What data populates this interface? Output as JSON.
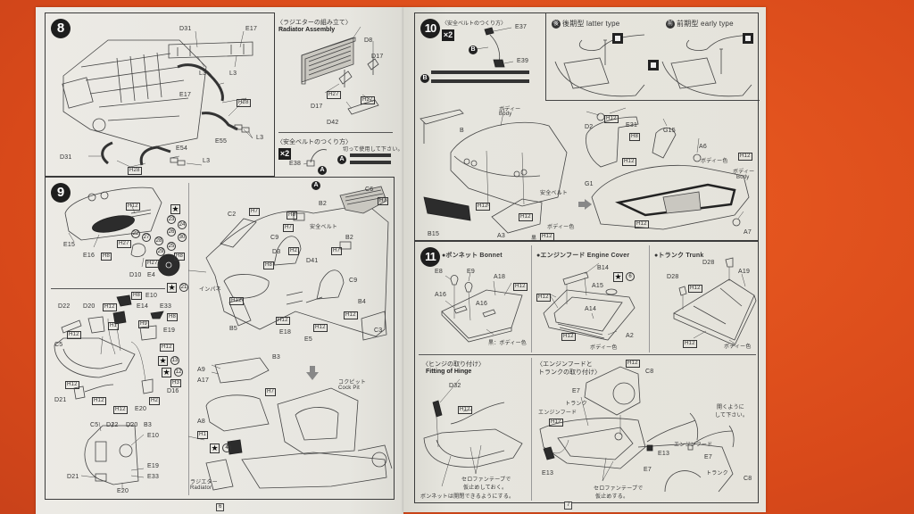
{
  "document": {
    "background_color": "#e4541c",
    "paper_color": "#e9e8e2",
    "ink_color": "#2a2a2a"
  },
  "left_page": {
    "page_number": "6",
    "step8": {
      "number": "8",
      "labels": [
        "D31",
        "E17",
        "L3",
        "L3",
        "E17",
        "H28",
        "E55",
        "L3",
        "D31",
        "H28",
        "E54",
        "L3"
      ]
    },
    "radiator": {
      "title_jp": "〈ラジエターの組み立て〉",
      "title_en": "Radiator Assembly",
      "labels": [
        "D8",
        "D17",
        "H27",
        "H27",
        "D17",
        "D42"
      ]
    },
    "seatbelt_a": {
      "title_jp": "〈安全ベルトのつくり方〉",
      "multiplier": "×2",
      "part": "E38",
      "marker": "A",
      "note_jp": "切って使用して下さい。"
    },
    "step9": {
      "number": "9",
      "dash_labels": [
        "E15",
        "E16",
        "H8",
        "H12",
        "H27",
        "H27",
        "H8",
        "D10",
        "E4"
      ],
      "gauge_numbers": [
        "23",
        "24",
        "22",
        "27",
        "26",
        "30",
        "28",
        "29",
        "25"
      ],
      "star_ref": "21",
      "console_labels": [
        "H8",
        "E10",
        "D22",
        "D20",
        "H12",
        "E14",
        "E33",
        "H8",
        "H1",
        "H12",
        "H9",
        "E19",
        "C5",
        "H12",
        "H12",
        "H3",
        "D16",
        "H12",
        "D21",
        "H12",
        "E20",
        "H2"
      ],
      "star_refs_console": [
        "13",
        "12"
      ],
      "topview_labels": [
        "C5",
        "D22",
        "D20",
        "B3",
        "E10",
        "E19",
        "E33",
        "D21",
        "E20"
      ],
      "interior_labels": [
        "C2",
        "H7",
        "B2",
        "H8",
        "H7",
        "C9",
        "D3",
        "H2",
        "H8",
        "D41",
        "H7",
        "B2",
        "C9",
        "C6",
        "H7",
        "H12",
        "B4",
        "H12",
        "B5",
        "H12",
        "E18",
        "H12",
        "E5",
        "C3"
      ],
      "seatbelt_label": "安全ベルト",
      "instrument_panel": "インパネ",
      "chassis_labels": [
        "B3",
        "A9",
        "A17",
        "H7",
        "A8",
        "H1"
      ],
      "star_ref_chassis": "4",
      "cockpit_jp": "コクピット",
      "cockpit_en": "Cock Pit",
      "radiator_jp": "ラジエター",
      "radiator_en": "Radiator"
    }
  },
  "right_page": {
    "page_number": "7",
    "step10": {
      "number": "10",
      "seatbelt_title": "〈安全ベルトのつくり方〉",
      "multiplier": "×2",
      "belt_labels": [
        "E37",
        "E39"
      ],
      "marker": "B",
      "latter_type_jp": "後期型",
      "latter_type_en": "latter type",
      "latter_badge": "後",
      "early_type_jp": "前期型",
      "early_type_en": "early type",
      "early_badge": "前",
      "body_jp": "ボディー",
      "body_en": "Body",
      "labels_left": [
        "B",
        "B15",
        "H12",
        "A3",
        "H12",
        "H12"
      ],
      "seatbelt_label": "安全ベルト",
      "body_color": "ボディー色",
      "black_label": "黒",
      "labels_right": [
        "D2",
        "H12",
        "E31",
        "H8",
        "G15",
        "H12",
        "G1",
        "A6",
        "H12",
        "H12",
        "A7"
      ]
    },
    "step11": {
      "number": "11",
      "bonnet_title": "●ボンネット Bonnet",
      "bonnet_labels": [
        "E8",
        "E9",
        "A18",
        "H12",
        "A16",
        "A16"
      ],
      "bonnet_note": "黒：ボディー色",
      "engine_cover_title": "●エンジンフード Engine Cover",
      "engine_cover_labels": [
        "B14",
        "A15",
        "H12",
        "A14",
        "H12",
        "A2"
      ],
      "engine_cover_star": "6",
      "engine_cover_note": "ボディー色",
      "trunk_title": "●トランク Trunk",
      "trunk_labels": [
        "D28",
        "A19",
        "D28",
        "H12",
        "H12"
      ],
      "trunk_note": "ボディー色",
      "hinge_title_jp": "〈ヒンジの取り付け〉",
      "hinge_title_en": "Fitting of Hinge",
      "hinge_labels": [
        "D32",
        "H12"
      ],
      "hinge_note1": "セロファンテープで",
      "hinge_note2": "仮止めしておく。",
      "hinge_note3": "ボンネットは開閉できるようにする。",
      "attach_title1": "〈エンジンフードと",
      "attach_title2": "トランクの取り付け〉",
      "attach_labels": [
        "H12",
        "C8",
        "E7",
        "H12",
        "E13",
        "E7"
      ],
      "trunk_jp": "トランク",
      "engine_hood_jp": "エンジンフード",
      "attach_note1": "セロファンテープで",
      "attach_note2": "仮止めする。",
      "side_labels": [
        "E13",
        "E7",
        "C8"
      ],
      "side_note1": "開くように",
      "side_note2": "して下さい。"
    }
  }
}
